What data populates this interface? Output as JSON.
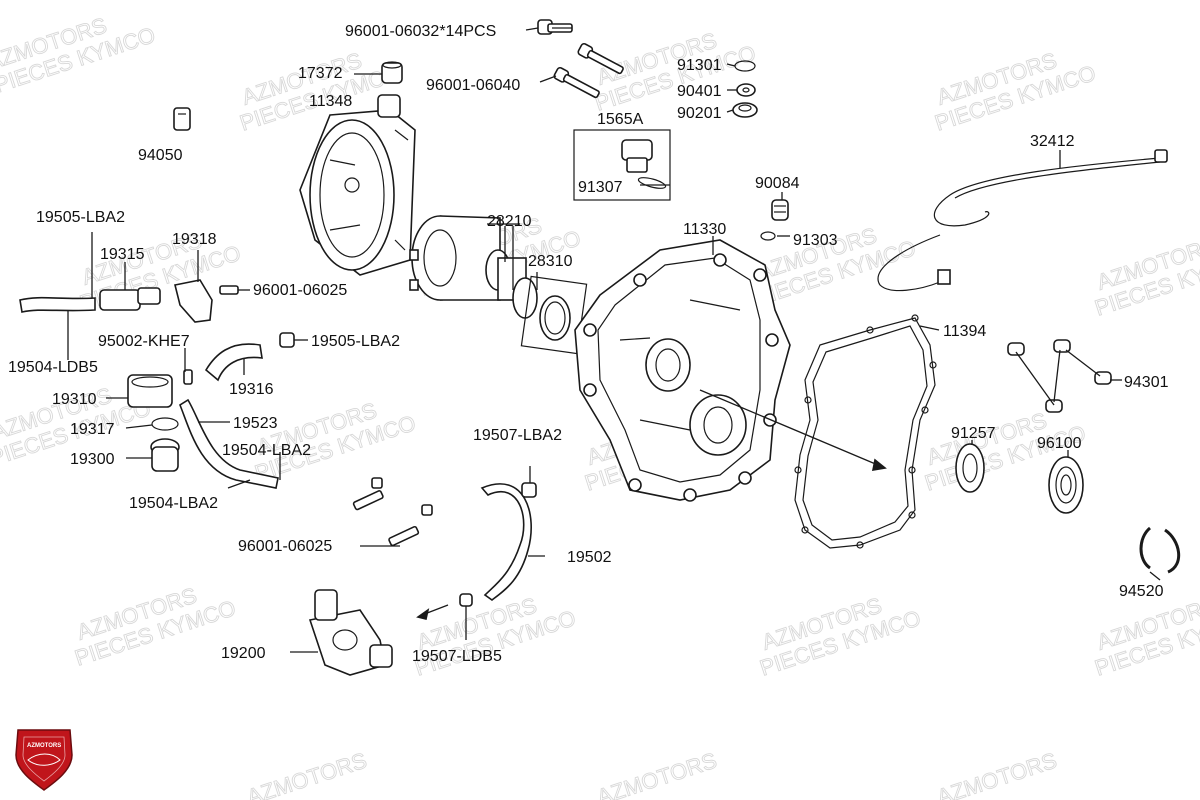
{
  "watermark": {
    "line1": "AZMOTORS",
    "line2": "PIECES KYMCO"
  },
  "logo": {
    "text": "AZMOTORS",
    "color": "#c0151b"
  },
  "labels": {
    "p96001_06032_14pcs": "96001-06032*14PCS",
    "p17372": "17372",
    "p11348": "11348",
    "p96001_06040": "96001-06040",
    "p91301": "91301",
    "p90401": "90401",
    "p90201": "90201",
    "p1565a": "1565A",
    "p91307": "91307",
    "p94050": "94050",
    "p32412": "32412",
    "p90084": "90084",
    "p91303": "91303",
    "p28210": "28210",
    "p11330": "11330",
    "p28310": "28310",
    "p19505_lba2_top": "19505-LBA2",
    "p19318": "19318",
    "p19315": "19315",
    "p96001_06025_top": "96001-06025",
    "p95002_khe7": "95002-KHE7",
    "p19505_lba2_mid": "19505-LBA2",
    "p19504_ldb5": "19504-LDB5",
    "p19316": "19316",
    "p11394": "11394",
    "p94301": "94301",
    "p19310": "19310",
    "p19523": "19523",
    "p19317": "19317",
    "p19504_lba2_a": "19504-LBA2",
    "p19300": "19300",
    "p19507_lba2": "19507-LBA2",
    "p91257": "91257",
    "p96100": "96100",
    "p19504_lba2_b": "19504-LBA2",
    "p96001_06025_bot": "96001-06025",
    "p19502": "19502",
    "p94520": "94520",
    "p19200": "19200",
    "p19507_ldb5": "19507-LDB5"
  }
}
